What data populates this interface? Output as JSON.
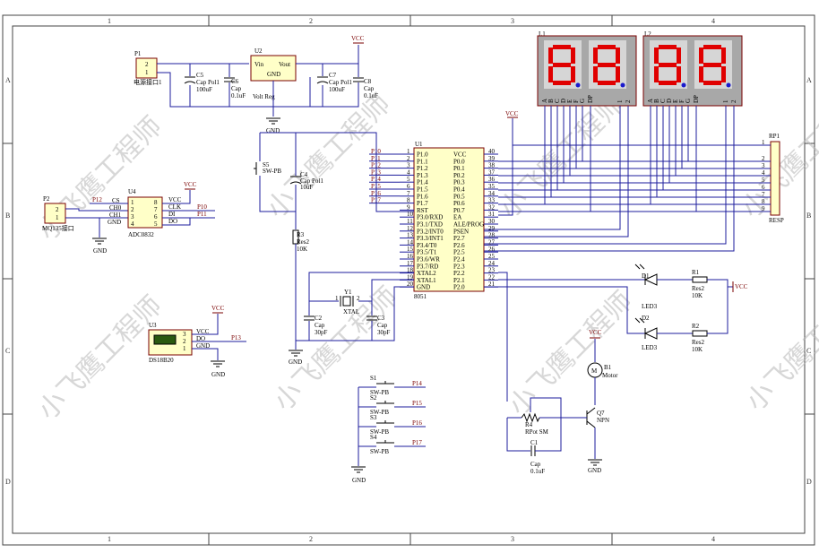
{
  "frame": {
    "cols": [
      "1",
      "2",
      "3",
      "4"
    ],
    "rows": [
      "A",
      "B",
      "C",
      "D"
    ]
  },
  "watermark": "小飞鹰工程师",
  "power": {
    "vcc": "VCC",
    "gnd": "GND"
  },
  "p1": {
    "des": "P1",
    "pins": [
      "2",
      "1"
    ],
    "name": "电源接口1"
  },
  "c5": {
    "des": "C5",
    "type": "Cap Pol1",
    "val": "100uF"
  },
  "c6": {
    "des": "C6",
    "type": "Cap",
    "val": "0.1uF"
  },
  "u2": {
    "des": "U2",
    "vin": "Vin",
    "vout": "Vout",
    "gnd": "GND",
    "name": "Volt Reg"
  },
  "c7": {
    "des": "C7",
    "type": "Cap Pol1",
    "val": "100uF"
  },
  "c8": {
    "des": "C8",
    "type": "Cap",
    "val": "0.1uF"
  },
  "l1": {
    "des": "L1",
    "pins": [
      "A",
      "B",
      "C",
      "D",
      "E",
      "F",
      "G",
      "DP",
      "1",
      "2"
    ]
  },
  "l2": {
    "des": "L2",
    "pins": [
      "A",
      "B",
      "C",
      "D",
      "E",
      "F",
      "G",
      "DP",
      "1",
      "2"
    ]
  },
  "s5": {
    "des": "S5",
    "type": "SW-PB"
  },
  "c4": {
    "des": "C4",
    "type": "Cap Pol1",
    "val": "10uF"
  },
  "r3": {
    "des": "R3",
    "type": "Res2",
    "val": "10K"
  },
  "u1": {
    "des": "U1",
    "name": "8051",
    "left_pins": [
      {
        "n": "1",
        "l": "P1.0",
        "net": "P10"
      },
      {
        "n": "2",
        "l": "P1.1",
        "net": "P11"
      },
      {
        "n": "3",
        "l": "P1.2",
        "net": "P12"
      },
      {
        "n": "4",
        "l": "P1.3",
        "net": "P13"
      },
      {
        "n": "5",
        "l": "P1.4",
        "net": "P14"
      },
      {
        "n": "6",
        "l": "P1.5",
        "net": "P15"
      },
      {
        "n": "7",
        "l": "P1.6",
        "net": "P16"
      },
      {
        "n": "8",
        "l": "P1.7",
        "net": "P17"
      },
      {
        "n": "9",
        "l": "RST",
        "net": ""
      },
      {
        "n": "10",
        "l": "P3.0/RXD",
        "net": ""
      },
      {
        "n": "11",
        "l": "P3.1/TXD",
        "net": ""
      },
      {
        "n": "12",
        "l": "P3.2/INT0",
        "net": ""
      },
      {
        "n": "13",
        "l": "P3.3/INT1",
        "net": ""
      },
      {
        "n": "14",
        "l": "P3.4/T0",
        "net": ""
      },
      {
        "n": "15",
        "l": "P3.5/T1",
        "net": ""
      },
      {
        "n": "16",
        "l": "P3.6/WR",
        "net": ""
      },
      {
        "n": "17",
        "l": "P3.7/RD",
        "net": ""
      },
      {
        "n": "18",
        "l": "XTAL2",
        "net": ""
      },
      {
        "n": "19",
        "l": "XTAL1",
        "net": ""
      },
      {
        "n": "20",
        "l": "GND",
        "net": ""
      }
    ],
    "right_pins": [
      {
        "n": "40",
        "l": "VCC"
      },
      {
        "n": "39",
        "l": "P0.0"
      },
      {
        "n": "38",
        "l": "P0.1"
      },
      {
        "n": "37",
        "l": "P0.2"
      },
      {
        "n": "36",
        "l": "P0.3"
      },
      {
        "n": "35",
        "l": "P0.4"
      },
      {
        "n": "34",
        "l": "P0.5"
      },
      {
        "n": "33",
        "l": "P0.6"
      },
      {
        "n": "32",
        "l": "P0.7"
      },
      {
        "n": "31",
        "l": "EA"
      },
      {
        "n": "30",
        "l": "ALE/PROG"
      },
      {
        "n": "29",
        "l": "PSEN"
      },
      {
        "n": "28",
        "l": "P2.7"
      },
      {
        "n": "27",
        "l": "P2.6"
      },
      {
        "n": "26",
        "l": "P2.5"
      },
      {
        "n": "25",
        "l": "P2.4"
      },
      {
        "n": "24",
        "l": "P2.3"
      },
      {
        "n": "23",
        "l": "P2.2"
      },
      {
        "n": "22",
        "l": "P2.1"
      },
      {
        "n": "21",
        "l": "P2.0"
      }
    ]
  },
  "rp1": {
    "des": "RP1",
    "name": "RESP",
    "pins": [
      "1",
      "2",
      "3",
      "4",
      "5",
      "6",
      "7",
      "8",
      "9"
    ]
  },
  "p2": {
    "des": "P2",
    "pins": [
      "2",
      "1"
    ],
    "name": "MQ135接口"
  },
  "u4": {
    "des": "U4",
    "name": "ADC0832",
    "left": [
      {
        "n": "1",
        "l": "CS"
      },
      {
        "n": "2",
        "l": "CH0"
      },
      {
        "n": "3",
        "l": "CH1"
      },
      {
        "n": "4",
        "l": "GND"
      }
    ],
    "right": [
      {
        "n": "8",
        "l": "VCC"
      },
      {
        "n": "7",
        "l": "CLK"
      },
      {
        "n": "6",
        "l": "DI"
      },
      {
        "n": "5",
        "l": "DO"
      }
    ],
    "nets": {
      "cs": "P12",
      "clk": "P10",
      "di": "P11"
    }
  },
  "u3": {
    "des": "U3",
    "name": "DS18B20",
    "pins": [
      {
        "n": "3",
        "l": "VCC"
      },
      {
        "n": "2",
        "l": "DO"
      },
      {
        "n": "1",
        "l": "GND"
      }
    ],
    "net": "P13"
  },
  "y1": {
    "des": "Y1",
    "name": "XTAL",
    "pins": [
      "1",
      "2"
    ]
  },
  "c2": {
    "des": "C2",
    "type": "Cap",
    "val": "30pF"
  },
  "c3": {
    "des": "C3",
    "type": "Cap",
    "val": "30pF"
  },
  "d1": {
    "des": "D1",
    "name": "LED3"
  },
  "d2": {
    "des": "D2",
    "name": "LED3"
  },
  "r1": {
    "des": "R1",
    "type": "Res2",
    "val": "10K"
  },
  "r2": {
    "des": "R2",
    "type": "Res2",
    "val": "10K"
  },
  "buttons": [
    {
      "des": "S1",
      "type": "SW-PB",
      "net": "P14"
    },
    {
      "des": "S2",
      "type": "SW-PB",
      "net": "P15"
    },
    {
      "des": "S3",
      "type": "SW-PB",
      "net": "P16"
    },
    {
      "des": "S4",
      "type": "SW-PB",
      "net": "P17"
    }
  ],
  "b1": {
    "des": "B1",
    "name": "Motor",
    "sym": "M"
  },
  "q7": {
    "des": "Q7",
    "type": "NPN"
  },
  "r4": {
    "des": "R4",
    "type": "RPot SM"
  },
  "c1": {
    "des": "C1",
    "type": "Cap",
    "val": "0.1uF"
  }
}
